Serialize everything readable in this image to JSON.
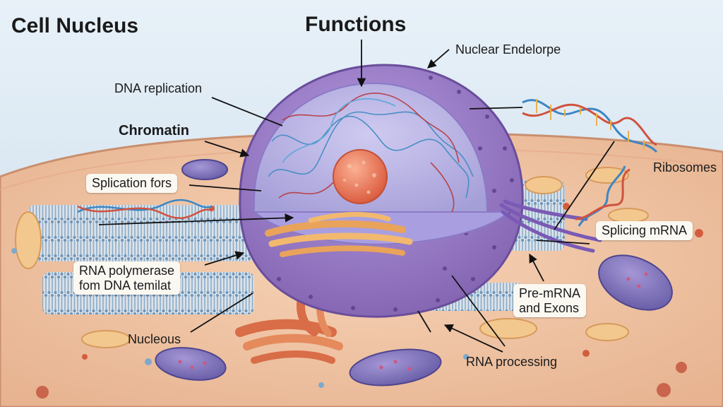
{
  "titles": {
    "left": "Cell Nucleus",
    "center": "Functions"
  },
  "labels": {
    "nuclear_envelope": "Nuclear Endelorpe",
    "dna_replication": "DNA replication",
    "chromatin": "Chromatin",
    "ribosomes": "Ribosomes",
    "splication_fors": "Splication fors",
    "splicing_mrna": "Splicing mRNA",
    "rna_polymerase": [
      "RNA polymerase",
      "fom DNA temilat"
    ],
    "pre_mrna": [
      "Pre-mRNA",
      "and Exons"
    ],
    "nucleous": "Nucleous",
    "rna_processing": "RNA processing"
  },
  "colors": {
    "sky": "#dcebf5",
    "cytoplasm": "#f0c6a4",
    "nucleus": "#9b7fc8",
    "nucleoplasm": "#b9b3e6",
    "nucleolus": "#ef7f5f",
    "chromatin_blue": "#4a8fc4",
    "chromatin_red": "#b8434a",
    "mitochondria": "#7d72b8",
    "golgi": "#e9a35a"
  }
}
